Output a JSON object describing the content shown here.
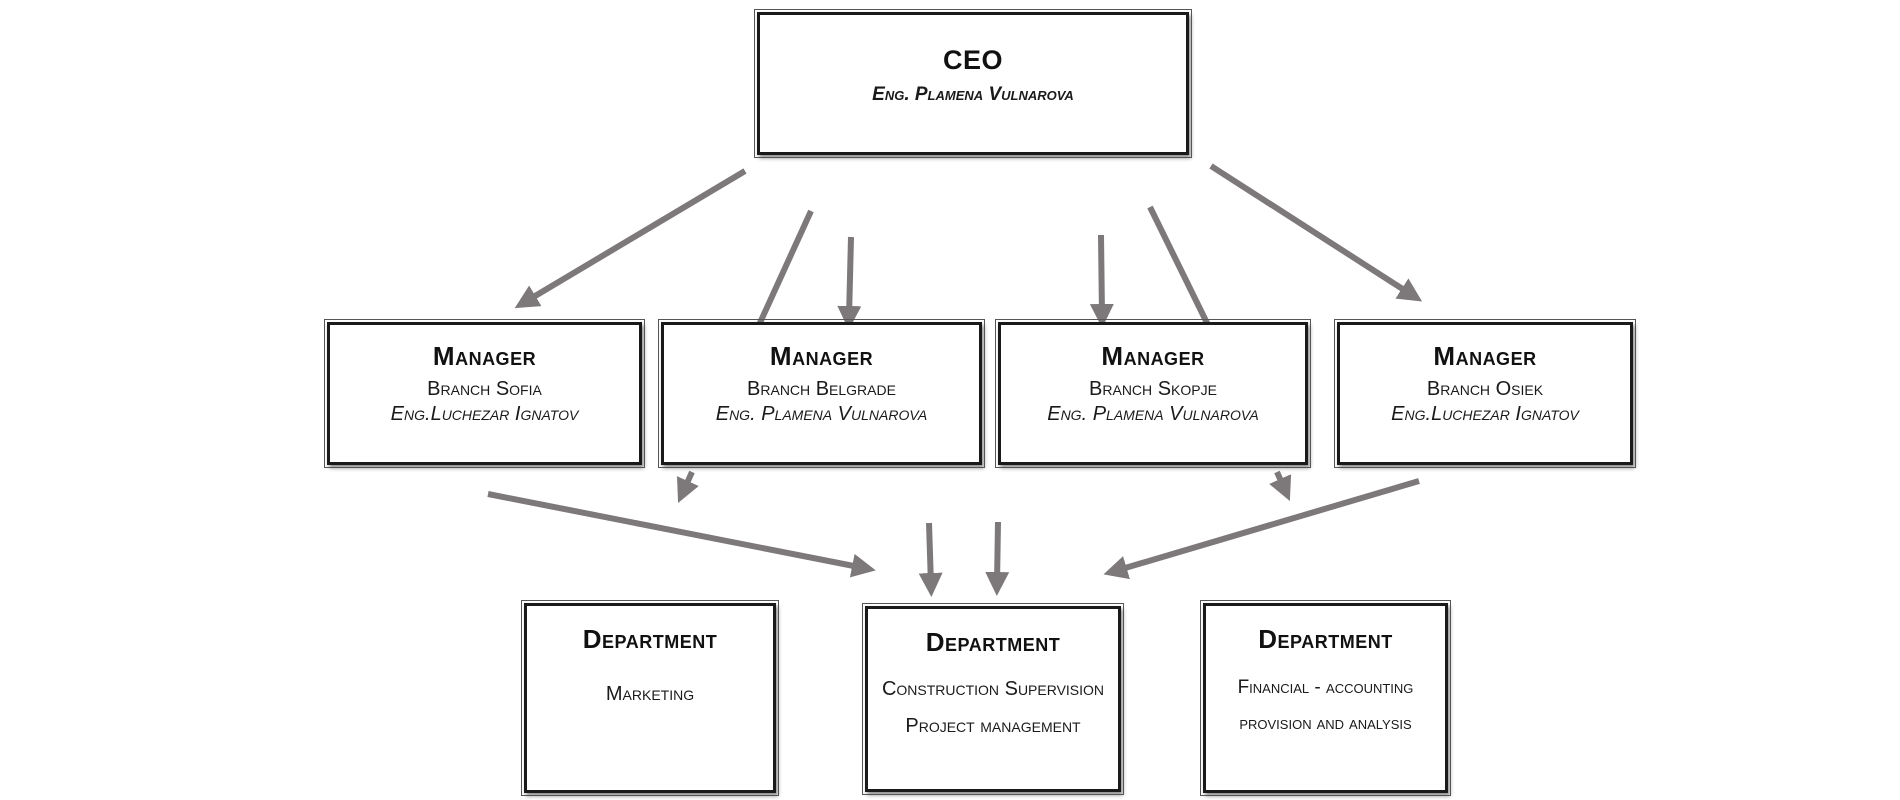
{
  "ceo": {
    "title": "CEO",
    "name": "Eng. Plamena Vulnarova"
  },
  "managers": [
    {
      "title": "Manager",
      "branch": "Branch Sofia",
      "name": "Eng.Luchezar Ignatov"
    },
    {
      "title": "Manager",
      "branch": "Branch Belgrade",
      "name": "Eng. Plamena Vulnarova"
    },
    {
      "title": "Manager",
      "branch": "Branch Skopje",
      "name": "Eng. Plamena Vulnarova"
    },
    {
      "title": "Manager",
      "branch": "Branch Osiek",
      "name": "Eng.Luchezar Ignatov"
    }
  ],
  "departments": [
    {
      "title": "Department",
      "lines": [
        "Marketing"
      ]
    },
    {
      "title": "Department",
      "lines": [
        "Construction Supervision",
        "Project management"
      ]
    },
    {
      "title": "Department",
      "lines": [
        "Financial - accounting",
        "provision and analysis"
      ]
    }
  ],
  "colors": {
    "arrow": "#7d7879",
    "border": "#1a1a1a"
  }
}
